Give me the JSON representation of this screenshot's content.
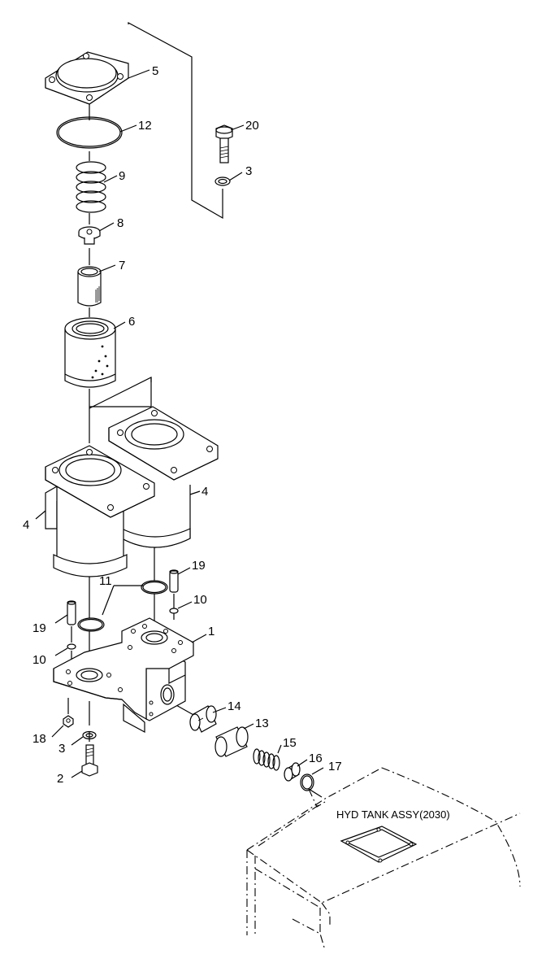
{
  "callouts": [
    {
      "id": "c5",
      "label": "5"
    },
    {
      "id": "c12",
      "label": "12"
    },
    {
      "id": "c20",
      "label": "20"
    },
    {
      "id": "c3a",
      "label": "3"
    },
    {
      "id": "c9",
      "label": "9"
    },
    {
      "id": "c8",
      "label": "8"
    },
    {
      "id": "c7",
      "label": "7"
    },
    {
      "id": "c6",
      "label": "6"
    },
    {
      "id": "c4a",
      "label": "4"
    },
    {
      "id": "c4b",
      "label": "4"
    },
    {
      "id": "c19a",
      "label": "19"
    },
    {
      "id": "c11",
      "label": "11"
    },
    {
      "id": "c10a",
      "label": "10"
    },
    {
      "id": "c1",
      "label": "1"
    },
    {
      "id": "c19b",
      "label": "19"
    },
    {
      "id": "c10b",
      "label": "10"
    },
    {
      "id": "c14",
      "label": "14"
    },
    {
      "id": "c13",
      "label": "13"
    },
    {
      "id": "c15",
      "label": "15"
    },
    {
      "id": "c16",
      "label": "16"
    },
    {
      "id": "c17",
      "label": "17"
    },
    {
      "id": "c18",
      "label": "18"
    },
    {
      "id": "c3b",
      "label": "3"
    },
    {
      "id": "c2",
      "label": "2"
    }
  ],
  "tank_label": "HYD TANK ASSY(2030)"
}
